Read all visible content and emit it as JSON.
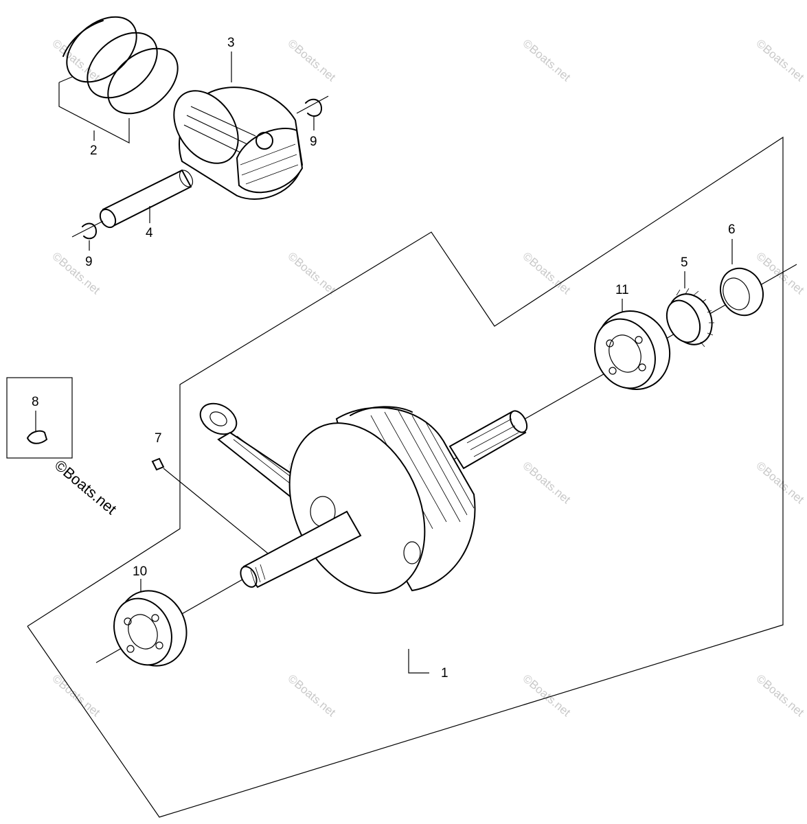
{
  "watermark": "©Boats.net",
  "callouts": [
    {
      "id": "1",
      "label": "1"
    },
    {
      "id": "2",
      "label": "2"
    },
    {
      "id": "3",
      "label": "3"
    },
    {
      "id": "4",
      "label": "4"
    },
    {
      "id": "5",
      "label": "5"
    },
    {
      "id": "6",
      "label": "6"
    },
    {
      "id": "7",
      "label": "7"
    },
    {
      "id": "8",
      "label": "8"
    },
    {
      "id": "9a",
      "label": "9"
    },
    {
      "id": "9b",
      "label": "9"
    },
    {
      "id": "10",
      "label": "10"
    },
    {
      "id": "11",
      "label": "11"
    }
  ]
}
